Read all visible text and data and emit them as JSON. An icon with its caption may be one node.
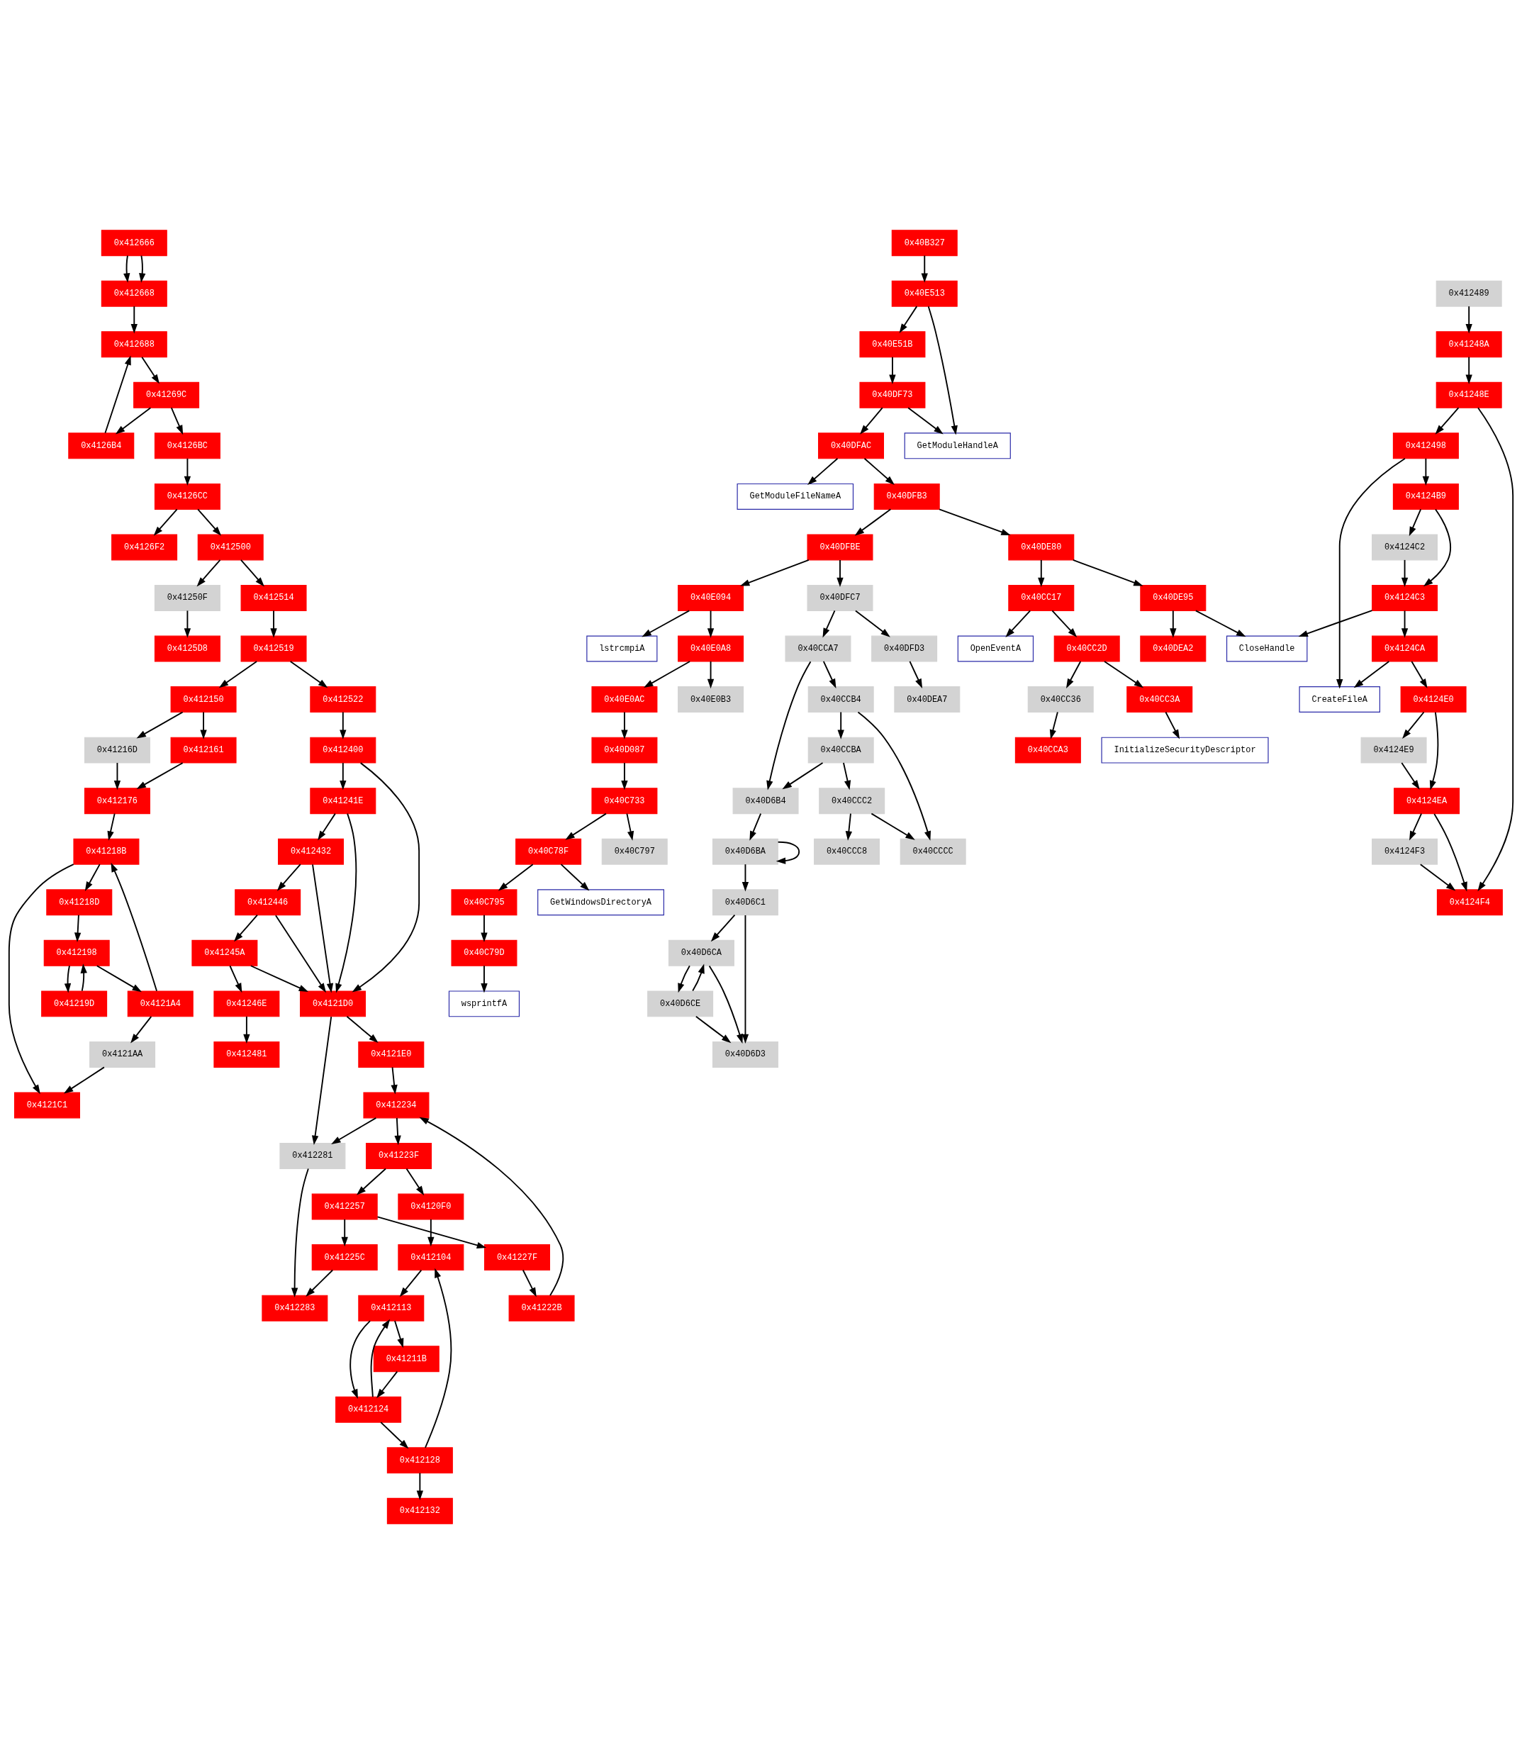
{
  "diagram": {
    "nodes": [
      {
        "text": [
          "0x412666"
        ]
      },
      {
        "text": [
          "0x412668"
        ]
      },
      {
        "text": [
          "0x412688"
        ]
      },
      {
        "text": [
          "0x41269C"
        ]
      },
      {
        "text": [
          "0x4126B4"
        ]
      },
      {
        "text": [
          "0x4126BC"
        ]
      },
      {
        "text": [
          "0x4126CC"
        ]
      },
      {
        "text": [
          "0x4126F2"
        ]
      },
      {
        "text": [
          "0x412500"
        ]
      },
      {
        "text": [
          "0x41250F"
        ]
      },
      {
        "text": [
          "0x412514"
        ]
      },
      {
        "text": [
          "0x4125D8"
        ]
      },
      {
        "text": [
          "0x412519"
        ]
      },
      {
        "text": [
          "0x412150"
        ]
      },
      {
        "text": [
          "0x412522"
        ]
      },
      {
        "text": [
          "0x412161"
        ]
      },
      {
        "text": [
          "0x41216D"
        ]
      },
      {
        "text": [
          "0x412400"
        ]
      },
      {
        "text": [
          "0x412176"
        ]
      },
      {
        "text": [
          "0x41241E"
        ]
      },
      {
        "text": [
          "0x41218B"
        ]
      },
      {
        "text": [
          "0x412432"
        ]
      },
      {
        "text": [
          "0x41218D"
        ]
      },
      {
        "text": [
          "0x412446"
        ]
      },
      {
        "text": [
          "0x412198"
        ]
      },
      {
        "text": [
          "0x41245A"
        ]
      },
      {
        "text": [
          "0x41219D"
        ]
      },
      {
        "text": [
          "0x4121A4"
        ]
      },
      {
        "text": [
          "0x41246E"
        ]
      },
      {
        "text": [
          "0x4121D0"
        ]
      },
      {
        "text": [
          "0x4121AA"
        ]
      },
      {
        "text": [
          "0x412481"
        ]
      },
      {
        "text": [
          "0x4121E0"
        ]
      },
      {
        "text": [
          "0x4121C1"
        ]
      },
      {
        "text": [
          "0x412234"
        ]
      },
      {
        "text": [
          "0x412281"
        ]
      },
      {
        "text": [
          "0x41223F"
        ]
      },
      {
        "text": [
          "0x412257"
        ]
      },
      {
        "text": [
          "0x4120F0"
        ]
      },
      {
        "text": [
          "0x41225C"
        ]
      },
      {
        "text": [
          "0x41227F"
        ]
      },
      {
        "text": [
          "0x412104"
        ]
      },
      {
        "text": [
          "0x412283"
        ]
      },
      {
        "text": [
          "0x41222B"
        ]
      },
      {
        "text": [
          "0x412113"
        ]
      },
      {
        "text": [
          "0x41211B"
        ]
      },
      {
        "text": [
          "0x412124"
        ]
      },
      {
        "text": [
          "0x412128"
        ]
      },
      {
        "text": [
          "0x412132"
        ]
      },
      {
        "text": [
          "0x40B327"
        ]
      },
      {
        "text": [
          "0x40E513"
        ]
      },
      {
        "text": [
          "0x40E51B"
        ]
      },
      {
        "text": [
          "0x40DF73"
        ]
      },
      {
        "text": [
          "0x40DFAC"
        ]
      },
      {
        "text": [
          "GetModuleHandleA"
        ]
      },
      {
        "text": [
          "0x40DFB3"
        ]
      },
      {
        "text": [
          "GetModuleFileNameA"
        ]
      },
      {
        "text": [
          "0x40DFBE"
        ]
      },
      {
        "text": [
          "0x40DE80"
        ]
      },
      {
        "text": [
          "0x40DFC7"
        ]
      },
      {
        "text": [
          "0x40E094"
        ]
      },
      {
        "text": [
          "0x40CC17"
        ]
      },
      {
        "text": [
          "0x40DE95"
        ]
      },
      {
        "text": [
          "0x40DFD3"
        ]
      },
      {
        "text": [
          "0x40CCA7"
        ]
      },
      {
        "text": [
          "0x40E0A8"
        ]
      },
      {
        "text": [
          "lstrcmpiA"
        ]
      },
      {
        "text": [
          "0x40CC2D"
        ]
      },
      {
        "text": [
          "OpenEventA"
        ]
      },
      {
        "text": [
          "0x40DEA2"
        ]
      },
      {
        "text": [
          "CloseHandle"
        ]
      },
      {
        "text": [
          "0x40DEA7"
        ]
      },
      {
        "text": [
          "0x40CCB4"
        ]
      },
      {
        "text": [
          "0x40E0AC"
        ]
      },
      {
        "text": [
          "0x40E0B3"
        ]
      },
      {
        "text": [
          "0x40CC36"
        ]
      },
      {
        "text": [
          "0x40CC3A"
        ]
      },
      {
        "text": [
          "0x40CCBA"
        ]
      },
      {
        "text": [
          "0x40D087"
        ]
      },
      {
        "text": [
          "0x40CCA3"
        ]
      },
      {
        "text": [
          "InitializeSecurityDescriptor"
        ]
      },
      {
        "text": [
          "0x40D6B4"
        ]
      },
      {
        "text": [
          "0x40CCC2"
        ]
      },
      {
        "text": [
          "0x40C733"
        ]
      },
      {
        "text": [
          "0x40D6BA"
        ]
      },
      {
        "text": [
          "0x40CCC8"
        ]
      },
      {
        "text": [
          "0x40CCCC"
        ]
      },
      {
        "text": [
          "0x40C78F"
        ]
      },
      {
        "text": [
          "0x40C797"
        ]
      },
      {
        "text": [
          "0x40D6C1"
        ]
      },
      {
        "text": [
          "0x40C795"
        ]
      },
      {
        "text": [
          "GetWindowsDirectoryA"
        ]
      },
      {
        "text": [
          "0x40D6CA"
        ]
      },
      {
        "text": [
          "0x40C79D"
        ]
      },
      {
        "text": [
          "0x40D6CE"
        ]
      },
      {
        "text": [
          "wsprintfA"
        ]
      },
      {
        "text": [
          "0x40D6D3"
        ]
      },
      {
        "text": [
          "0x412489"
        ]
      },
      {
        "text": [
          "0x41248A"
        ]
      },
      {
        "text": [
          "0x41248E"
        ]
      },
      {
        "text": [
          "0x412498"
        ]
      },
      {
        "text": [
          "0x4124B9"
        ]
      },
      {
        "text": [
          "0x4124C2"
        ]
      },
      {
        "text": [
          "0x4124C3"
        ]
      },
      {
        "text": [
          "0x4124CA"
        ]
      },
      {
        "text": [
          "CreateFileA"
        ]
      },
      {
        "text": [
          "0x4124E0"
        ]
      },
      {
        "text": [
          "0x4124E9"
        ]
      },
      {
        "text": [
          "0x4124EA"
        ]
      },
      {
        "text": [
          "0x4124F3"
        ]
      },
      {
        "text": [
          "0x4124F4"
        ]
      }
    ],
    "edges": [
      {
        "from": 0,
        "to": 1,
        "arrow": "to"
      },
      {
        "from": 0,
        "to": 1,
        "arrow": "to"
      },
      {
        "from": 1,
        "to": 2,
        "arrow": "to"
      },
      {
        "from": 2,
        "to": 3,
        "arrow": "to"
      },
      {
        "from": 3,
        "to": 4,
        "arrow": "to"
      },
      {
        "from": 3,
        "to": 5,
        "arrow": "to"
      },
      {
        "from": 4,
        "to": 2,
        "arrow": "to"
      },
      {
        "from": 5,
        "to": 6,
        "arrow": "to"
      },
      {
        "from": 6,
        "to": 7,
        "arrow": "to"
      },
      {
        "from": 6,
        "to": 8,
        "arrow": "to"
      },
      {
        "from": 8,
        "to": 9,
        "arrow": "to"
      },
      {
        "from": 8,
        "to": 10,
        "arrow": "to"
      },
      {
        "from": 9,
        "to": 11,
        "arrow": "to"
      },
      {
        "from": 10,
        "to": 12,
        "arrow": "to"
      },
      {
        "from": 12,
        "to": 13,
        "arrow": "to"
      },
      {
        "from": 12,
        "to": 14,
        "arrow": "to"
      },
      {
        "from": 13,
        "to": 15,
        "arrow": "to"
      },
      {
        "from": 13,
        "to": 16,
        "arrow": "to"
      },
      {
        "from": 14,
        "to": 17,
        "arrow": "to"
      },
      {
        "from": 15,
        "to": 18,
        "arrow": "to"
      },
      {
        "from": 16,
        "to": 18,
        "arrow": "to"
      },
      {
        "from": 17,
        "to": 19,
        "arrow": "to"
      },
      {
        "from": 17,
        "to": 29,
        "arrow": "to"
      },
      {
        "from": 18,
        "to": 20,
        "arrow": "to"
      },
      {
        "from": 19,
        "to": 21,
        "arrow": "to"
      },
      {
        "from": 19,
        "to": 29,
        "arrow": "to"
      },
      {
        "from": 20,
        "to": 22,
        "arrow": "to"
      },
      {
        "from": 20,
        "to": 33,
        "arrow": "to"
      },
      {
        "from": 21,
        "to": 23,
        "arrow": "to"
      },
      {
        "from": 21,
        "to": 29,
        "arrow": "to"
      },
      {
        "from": 22,
        "to": 24,
        "arrow": "to"
      },
      {
        "from": 24,
        "to": 26,
        "arrow": "to"
      },
      {
        "from": 26,
        "to": 24,
        "arrow": "to"
      },
      {
        "from": 24,
        "to": 27,
        "arrow": "to"
      },
      {
        "from": 27,
        "to": 20,
        "arrow": "to"
      },
      {
        "from": 27,
        "to": 30,
        "arrow": "to"
      },
      {
        "from": 30,
        "to": 33,
        "arrow": "to"
      },
      {
        "from": 23,
        "to": 25,
        "arrow": "to"
      },
      {
        "from": 23,
        "to": 29,
        "arrow": "to"
      },
      {
        "from": 25,
        "to": 28,
        "arrow": "to"
      },
      {
        "from": 25,
        "to": 29,
        "arrow": "to"
      },
      {
        "from": 28,
        "to": 31,
        "arrow": "to"
      },
      {
        "from": 29,
        "to": 32,
        "arrow": "to"
      },
      {
        "from": 29,
        "to": 35,
        "arrow": "to"
      },
      {
        "from": 32,
        "to": 34,
        "arrow": "to"
      },
      {
        "from": 34,
        "to": 35,
        "arrow": "to"
      },
      {
        "from": 34,
        "to": 36,
        "arrow": "to"
      },
      {
        "from": 43,
        "to": 34,
        "arrow": "to"
      },
      {
        "from": 35,
        "to": 42,
        "arrow": "to"
      },
      {
        "from": 36,
        "to": 37,
        "arrow": "to"
      },
      {
        "from": 36,
        "to": 38,
        "arrow": "to"
      },
      {
        "from": 37,
        "to": 39,
        "arrow": "to"
      },
      {
        "from": 37,
        "to": 40,
        "arrow": "to"
      },
      {
        "from": 38,
        "to": 41,
        "arrow": "to"
      },
      {
        "from": 39,
        "to": 42,
        "arrow": "to"
      },
      {
        "from": 40,
        "to": 43,
        "arrow": "to"
      },
      {
        "from": 41,
        "to": 44,
        "arrow": "to"
      },
      {
        "from": 44,
        "to": 45,
        "arrow": "to"
      },
      {
        "from": 44,
        "to": 46,
        "arrow": "to"
      },
      {
        "from": 46,
        "to": 44,
        "arrow": "to"
      },
      {
        "from": 45,
        "to": 46,
        "arrow": "to"
      },
      {
        "from": 46,
        "to": 47,
        "arrow": "to"
      },
      {
        "from": 47,
        "to": 41,
        "arrow": "to"
      },
      {
        "from": 47,
        "to": 48,
        "arrow": "to"
      },
      {
        "from": 49,
        "to": 50,
        "arrow": "to"
      },
      {
        "from": 50,
        "to": 51,
        "arrow": "to"
      },
      {
        "from": 50,
        "to": 54,
        "arrow": "to"
      },
      {
        "from": 51,
        "to": 52,
        "arrow": "to"
      },
      {
        "from": 52,
        "to": 53,
        "arrow": "to"
      },
      {
        "from": 52,
        "to": 54,
        "arrow": "to"
      },
      {
        "from": 53,
        "to": 55,
        "arrow": "to"
      },
      {
        "from": 53,
        "to": 56,
        "arrow": "to"
      },
      {
        "from": 55,
        "to": 57,
        "arrow": "to"
      },
      {
        "from": 55,
        "to": 58,
        "arrow": "to"
      },
      {
        "from": 57,
        "to": 59,
        "arrow": "to"
      },
      {
        "from": 57,
        "to": 60,
        "arrow": "to"
      },
      {
        "from": 58,
        "to": 61,
        "arrow": "to"
      },
      {
        "from": 58,
        "to": 62,
        "arrow": "to"
      },
      {
        "from": 59,
        "to": 63,
        "arrow": "to"
      },
      {
        "from": 59,
        "to": 64,
        "arrow": "to"
      },
      {
        "from": 60,
        "to": 65,
        "arrow": "to"
      },
      {
        "from": 60,
        "to": 66,
        "arrow": "to"
      },
      {
        "from": 61,
        "to": 67,
        "arrow": "to"
      },
      {
        "from": 61,
        "to": 68,
        "arrow": "to"
      },
      {
        "from": 62,
        "to": 69,
        "arrow": "to"
      },
      {
        "from": 62,
        "to": 70,
        "arrow": "to"
      },
      {
        "from": 63,
        "to": 71,
        "arrow": "to"
      },
      {
        "from": 64,
        "to": 81,
        "arrow": "to"
      },
      {
        "from": 64,
        "to": 72,
        "arrow": "to"
      },
      {
        "from": 65,
        "to": 73,
        "arrow": "to"
      },
      {
        "from": 65,
        "to": 74,
        "arrow": "to"
      },
      {
        "from": 67,
        "to": 75,
        "arrow": "to"
      },
      {
        "from": 67,
        "to": 76,
        "arrow": "to"
      },
      {
        "from": 72,
        "to": 77,
        "arrow": "to"
      },
      {
        "from": 72,
        "to": 86,
        "arrow": "to"
      },
      {
        "from": 73,
        "to": 78,
        "arrow": "to"
      },
      {
        "from": 75,
        "to": 79,
        "arrow": "to"
      },
      {
        "from": 76,
        "to": 80,
        "arrow": "to"
      },
      {
        "from": 77,
        "to": 81,
        "arrow": "to"
      },
      {
        "from": 77,
        "to": 82,
        "arrow": "to"
      },
      {
        "from": 78,
        "to": 83,
        "arrow": "to"
      },
      {
        "from": 81,
        "to": 84,
        "arrow": "to"
      },
      {
        "from": 82,
        "to": 85,
        "arrow": "to"
      },
      {
        "from": 82,
        "to": 86,
        "arrow": "to"
      },
      {
        "from": 83,
        "to": 87,
        "arrow": "to"
      },
      {
        "from": 83,
        "to": 88,
        "arrow": "to"
      },
      {
        "from": 84,
        "to": 84,
        "arrow": "to"
      },
      {
        "from": 84,
        "to": 89,
        "arrow": "to"
      },
      {
        "from": 87,
        "to": 90,
        "arrow": "to"
      },
      {
        "from": 87,
        "to": 91,
        "arrow": "to"
      },
      {
        "from": 89,
        "to": 92,
        "arrow": "to"
      },
      {
        "from": 89,
        "to": 96,
        "arrow": "to"
      },
      {
        "from": 92,
        "to": 94,
        "arrow": "to"
      },
      {
        "from": 94,
        "to": 92,
        "arrow": "to"
      },
      {
        "from": 92,
        "to": 96,
        "arrow": "to"
      },
      {
        "from": 94,
        "to": 96,
        "arrow": "to"
      },
      {
        "from": 90,
        "to": 93,
        "arrow": "to"
      },
      {
        "from": 93,
        "to": 95,
        "arrow": "to"
      },
      {
        "from": 97,
        "to": 98,
        "arrow": "to"
      },
      {
        "from": 98,
        "to": 99,
        "arrow": "to"
      },
      {
        "from": 99,
        "to": 100,
        "arrow": "to"
      },
      {
        "from": 99,
        "to": 110,
        "arrow": "to"
      },
      {
        "from": 100,
        "to": 101,
        "arrow": "to"
      },
      {
        "from": 100,
        "to": 105,
        "arrow": "to"
      },
      {
        "from": 101,
        "to": 102,
        "arrow": "to"
      },
      {
        "from": 101,
        "to": 103,
        "arrow": "to"
      },
      {
        "from": 102,
        "to": 103,
        "arrow": "to"
      },
      {
        "from": 103,
        "to": 70,
        "arrow": "to"
      },
      {
        "from": 103,
        "to": 104,
        "arrow": "to"
      },
      {
        "from": 104,
        "to": 106,
        "arrow": "to"
      },
      {
        "from": 104,
        "to": 105,
        "arrow": "to"
      },
      {
        "from": 106,
        "to": 107,
        "arrow": "to"
      },
      {
        "from": 106,
        "to": 108,
        "arrow": "to"
      },
      {
        "from": 107,
        "to": 108,
        "arrow": "to"
      },
      {
        "from": 108,
        "to": 109,
        "arrow": "to"
      },
      {
        "from": 108,
        "to": 110,
        "arrow": "to"
      },
      {
        "from": 109,
        "to": 110,
        "arrow": "to"
      }
    ]
  }
}
